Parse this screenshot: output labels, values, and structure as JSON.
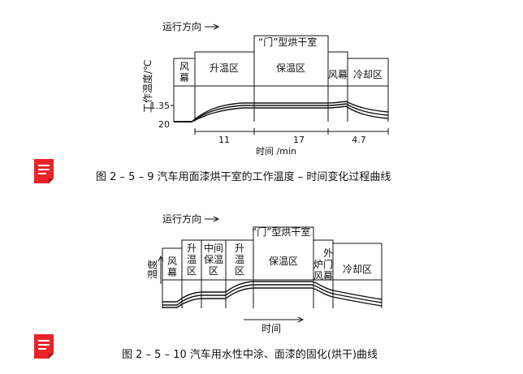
{
  "figure1": {
    "direction_label": "运行方向",
    "oven_label": "“门”型烘干室",
    "y_axis_label": "工作温度/℃",
    "zones": [
      "风幕",
      "升温区",
      "保温区",
      "风幕",
      "冷却区"
    ],
    "y_ticks": [
      "1.35",
      "20"
    ],
    "x_ticks": [
      "11",
      "17",
      "4.7"
    ],
    "x_axis_label": "时间 /min",
    "caption": "图 2 – 5 – 9    汽车用面漆烘干室的工作温度 – 时间变化过程曲线"
  },
  "figure2": {
    "direction_label": "运行方向",
    "oven_label": "“门”型烘干室",
    "y_axis_label": "温度",
    "zones": [
      "风幕",
      "升温区",
      "中间保温区",
      "升温区",
      "保温区",
      "外炉门风幕",
      "冷却区"
    ],
    "x_axis_label": "时间",
    "caption": "图 2 – 5 – 10    汽车用水性中涂、面漆的固化(烘干)曲线"
  },
  "colors": {
    "icon_red": "#e8242a",
    "line": "#111111"
  }
}
